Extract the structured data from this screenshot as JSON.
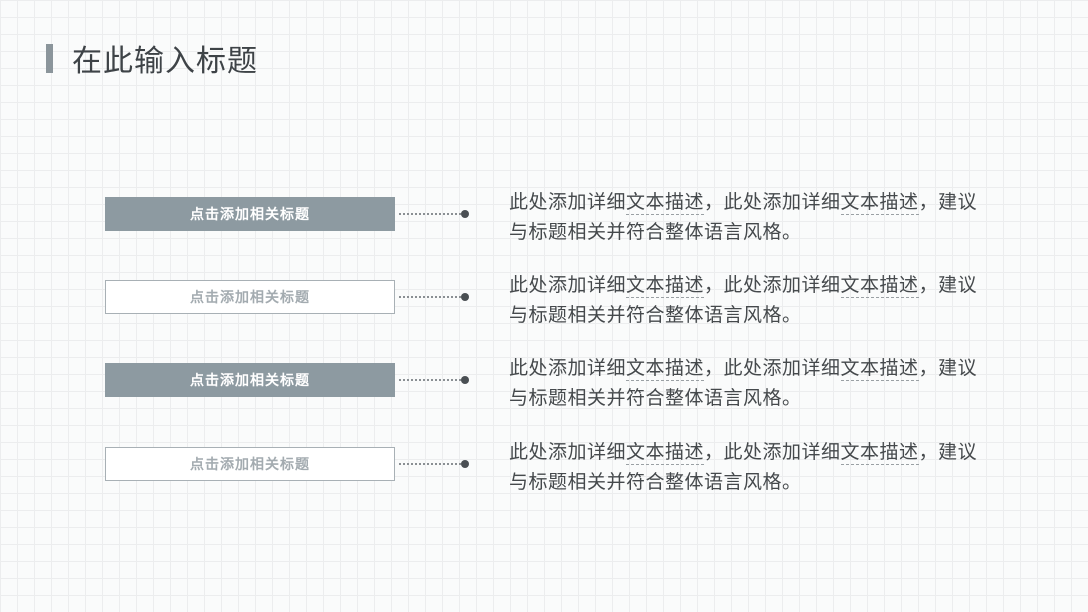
{
  "slide": {
    "title": "在此输入标题",
    "accent_color": "#8b959b",
    "button_fill_color": "#8d9aa1",
    "rows": [
      {
        "button_label": "点击添加相关标题",
        "variant": "filled",
        "desc_line1_segments": [
          {
            "text": "此处添加详细",
            "u": false
          },
          {
            "text": "文本描述",
            "u": true
          },
          {
            "text": "，此处添加详细",
            "u": false
          },
          {
            "text": "文本描述",
            "u": true
          },
          {
            "text": "，建议",
            "u": false
          }
        ],
        "desc_line2": "与标题相关并符合整体语言风格。"
      },
      {
        "button_label": "点击添加相关标题",
        "variant": "outline",
        "desc_line1_segments": [
          {
            "text": "此处添加详细",
            "u": false
          },
          {
            "text": "文本描述",
            "u": true
          },
          {
            "text": "，此处添加详细",
            "u": false
          },
          {
            "text": "文本描述",
            "u": true
          },
          {
            "text": "，建议",
            "u": false
          }
        ],
        "desc_line2": "与标题相关并符合整体语言风格。"
      },
      {
        "button_label": "点击添加相关标题",
        "variant": "filled",
        "desc_line1_segments": [
          {
            "text": "此处添加详细",
            "u": false
          },
          {
            "text": "文本描述",
            "u": true
          },
          {
            "text": "，此处添加详细",
            "u": false
          },
          {
            "text": "文本描述",
            "u": true
          },
          {
            "text": "，建议",
            "u": false
          }
        ],
        "desc_line2": "与标题相关并符合整体语言风格。"
      },
      {
        "button_label": "点击添加相关标题",
        "variant": "outline",
        "desc_line1_segments": [
          {
            "text": "此处添加详细",
            "u": false
          },
          {
            "text": "文本描述",
            "u": true
          },
          {
            "text": "，此处添加详细",
            "u": false
          },
          {
            "text": "文本描述",
            "u": true
          },
          {
            "text": "，建议",
            "u": false
          }
        ],
        "desc_line2": "与标题相关并符合整体语言风格。"
      }
    ]
  }
}
